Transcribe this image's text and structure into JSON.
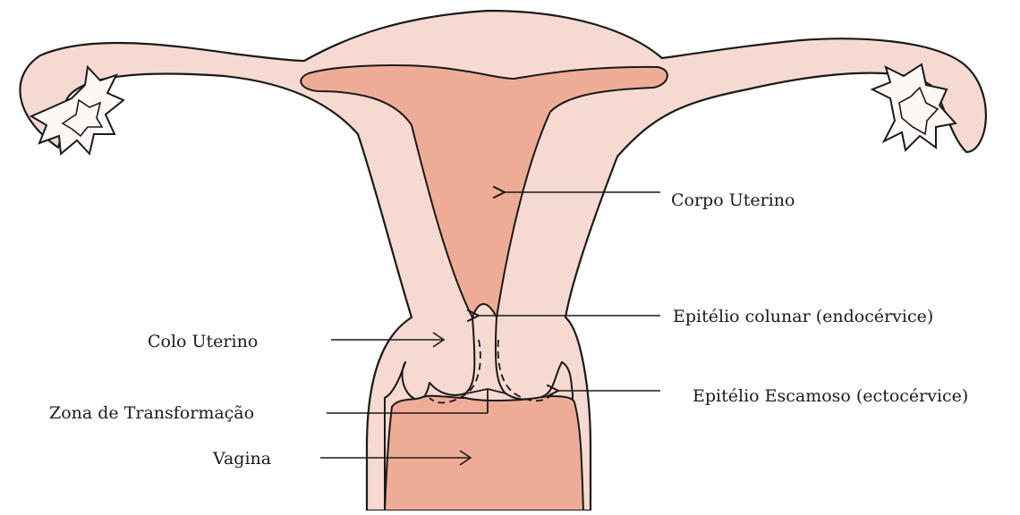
{
  "diagram": {
    "labels": {
      "corpo_uterino": "Corpo Uterino",
      "epitelio_colunar": "Epitélio colunar (endocérvice)",
      "colo_uterino": "Colo Uterino",
      "epitelio_escamoso": "Epitélio Escamoso (ectocérvice)",
      "zona_transformacao": "Zona de Transformação",
      "vagina": "Vagina"
    },
    "colors": {
      "tissue": "#f6d9d0",
      "cavity": "#eeac96",
      "ovary": "#fdf8f5",
      "outline": "#1a1a1a",
      "background": "#ffffff"
    }
  }
}
